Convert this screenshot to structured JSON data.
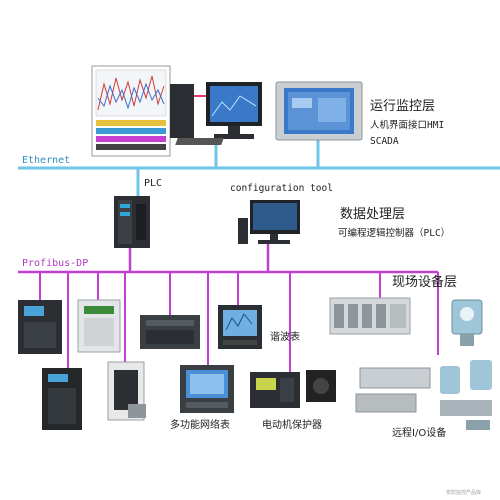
{
  "colors": {
    "ethernet_line": "#6fc6e8",
    "profibus_line": "#c23fd3",
    "label_blue": "#2f8fc0",
    "label_purple": "#b03cc0",
    "text_dark": "#222222",
    "device_dark": "#2b2f33",
    "device_grey": "#c9ced2",
    "screen_blue": "#3a78c8"
  },
  "buses": {
    "ethernet_label": "Ethernet",
    "profibus_label": "Profibus-DP"
  },
  "layers": {
    "monitor": {
      "title": "运行监控层",
      "line1": "人机界面接口HMI",
      "line2": "SCADA"
    },
    "processing": {
      "title": "数据处理层",
      "line1": "可编程逻辑控制器（PLC）"
    },
    "field": {
      "title": "现场设备层"
    }
  },
  "labels": {
    "plc": "PLC",
    "config_tool": "configuration tool",
    "harmonic_meter": "谐波表",
    "multi_meter": "多功能网络表",
    "motor_protector": "电动机保护器",
    "remote_io": "远程I/O设备",
    "watermark": "安防监控产品库"
  },
  "icons": {
    "scada": "scada-chart-icon",
    "workstation": "computer-workstation-icon",
    "hmi": "hmi-panel-icon",
    "plc": "plc-module-icon",
    "config_pc": "config-computer-icon",
    "inverter": "inverter-icon",
    "meter": "power-meter-icon",
    "io": "remote-io-icon"
  }
}
